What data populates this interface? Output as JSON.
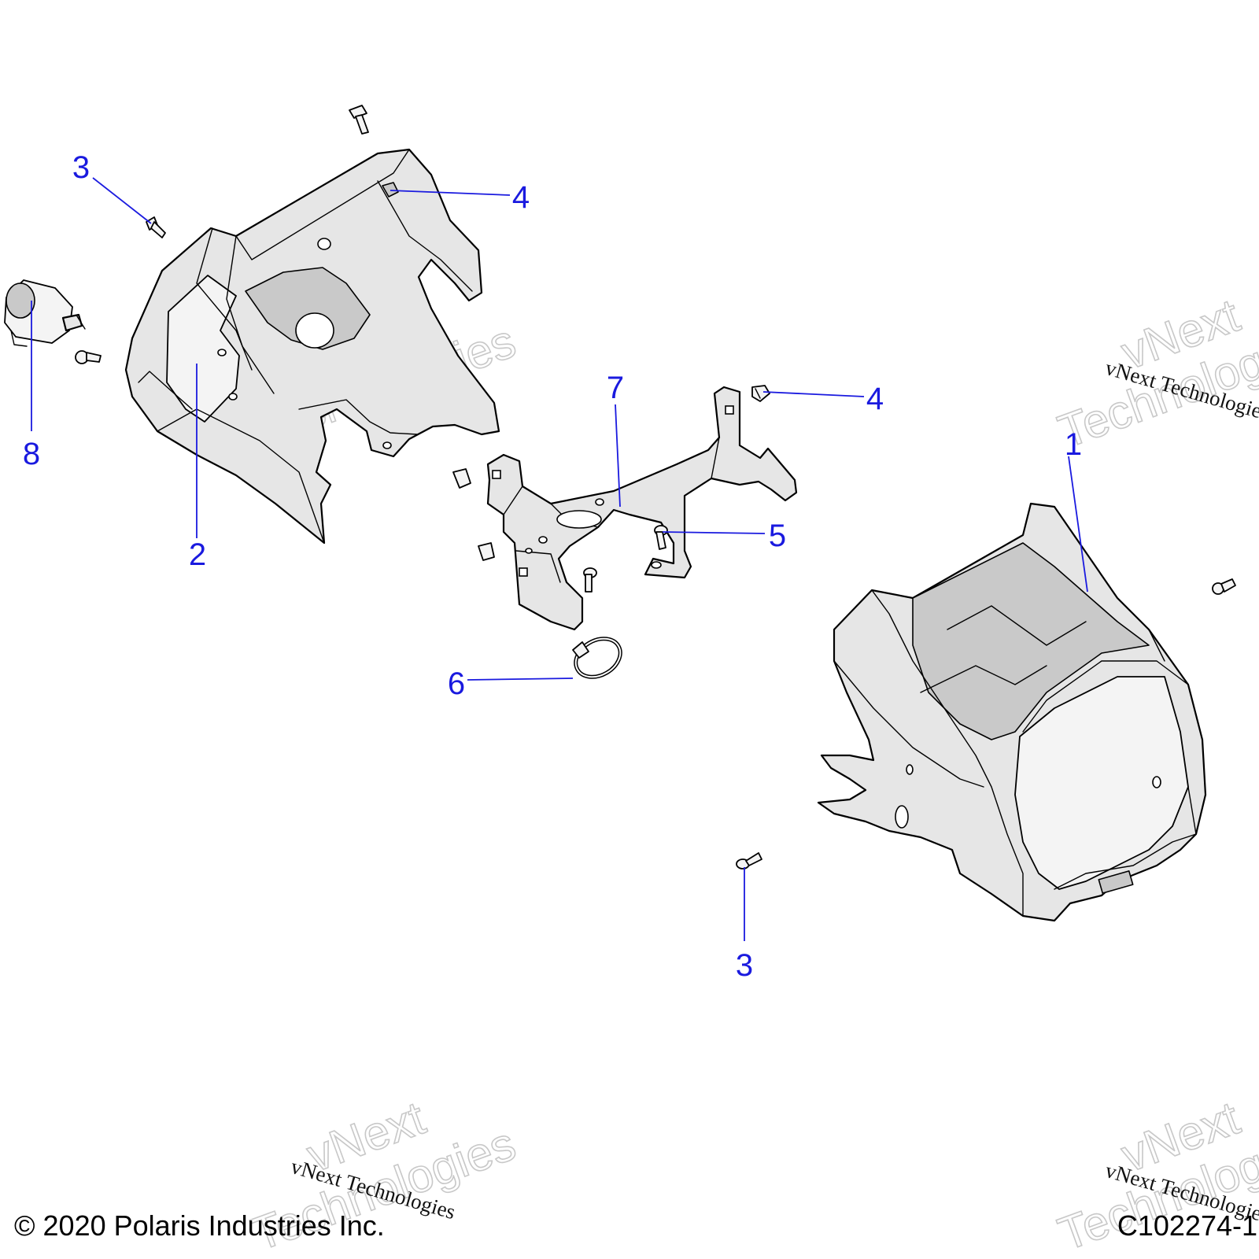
{
  "callouts": {
    "c1": "1",
    "c2": "2",
    "c3a": "3",
    "c3b": "3",
    "c4a": "4",
    "c4b": "4",
    "c5": "5",
    "c6": "6",
    "c7": "7",
    "c8": "8"
  },
  "watermarks": {
    "line1": "vNext",
    "line2": "Technologies",
    "caption": "vNext Technologies"
  },
  "footer": {
    "copyright": "© 2020 Polaris Industries Inc.",
    "figure_code": "C102274-1"
  },
  "colors": {
    "callout": "#1a1adf",
    "part_fill": "#e6e6e6"
  }
}
